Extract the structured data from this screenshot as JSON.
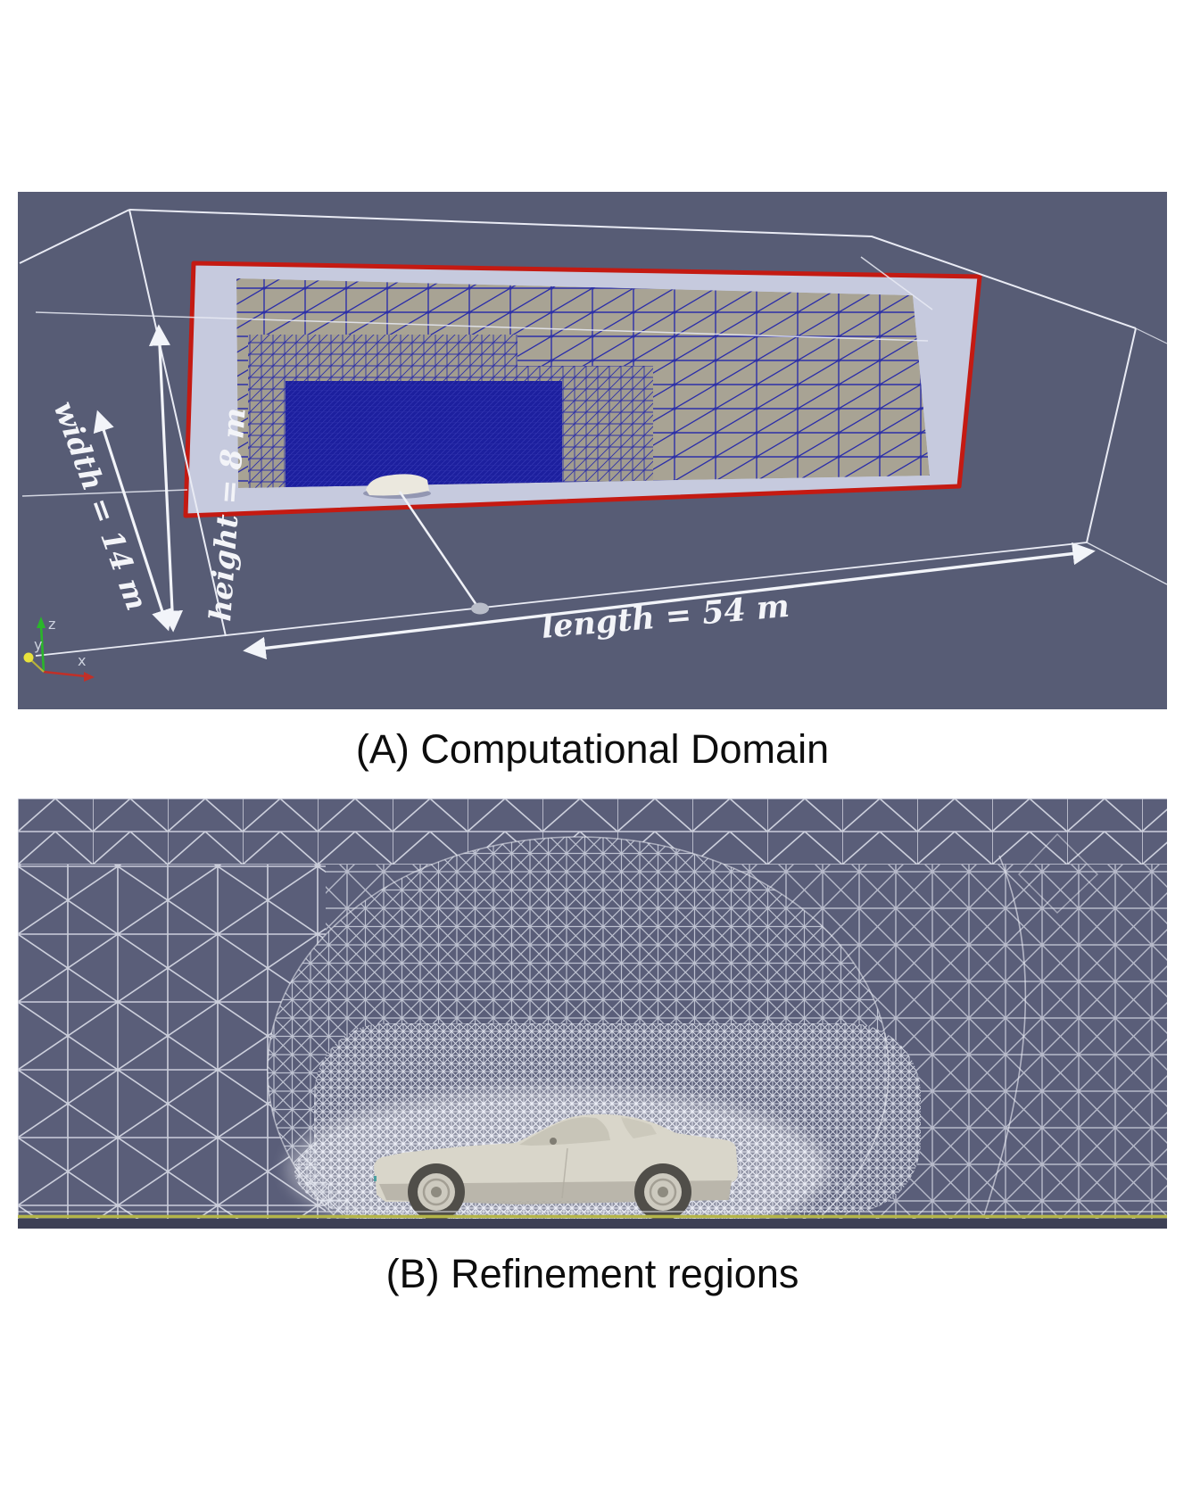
{
  "figure": {
    "captions": {
      "a": "(A) Computational Domain",
      "b": "(B) Refinement regions"
    }
  },
  "panel_a": {
    "description": "3D render of CFD computational domain box with inlet plane and mesh slice",
    "dimension_labels": {
      "width": "width = 14 m",
      "height": "height = 8 m",
      "length": "length = 54 m"
    },
    "axes_labels": {
      "x": "x",
      "y": "y",
      "z": "z"
    },
    "colors": {
      "background": "#575c75",
      "inlet_outline": "#c41a12",
      "inlet_fill": "#c6cade",
      "slice_fill": "#a8a394",
      "slice_mesh": "#2c2fa8",
      "dense_mesh": "#1c1f9e",
      "wireframe": "#e9ebf4"
    }
  },
  "panel_b": {
    "description": "Side view of mesh refinement regions around car model",
    "colors": {
      "background": "#5a5e79",
      "mesh": "#eef0f8",
      "car": "#d9d6ca",
      "ground": "#b4b548"
    }
  }
}
